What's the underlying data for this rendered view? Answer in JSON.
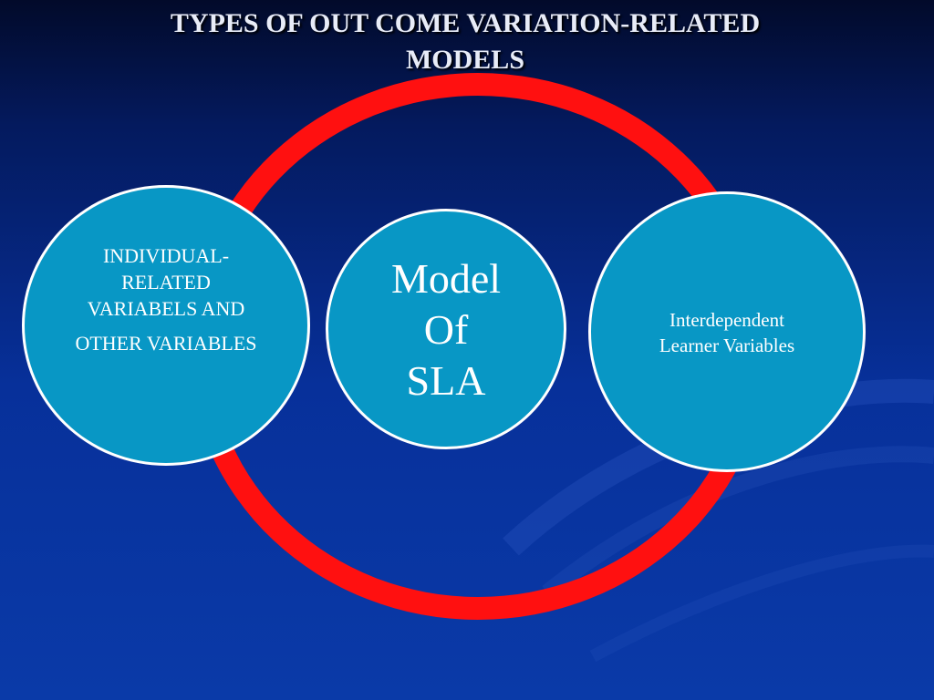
{
  "title": {
    "line1": "TYPES OF OUT COME VARIATION-RELATED",
    "line2": "MODELS"
  },
  "colors": {
    "ring": "#ff1010",
    "circle_fill": "#0897c5",
    "circle_border": "#ffffff",
    "background_top": "#020a2a",
    "background_bottom": "#0a3aa8"
  },
  "nodes": {
    "left": {
      "line1": "INDIVIDUAL-RELATED VARIABELS AND",
      "line2": "OTHER VARIABLES"
    },
    "center": {
      "word1": "Model",
      "word2": "Of",
      "word3": "SLA"
    },
    "right": {
      "line1": "Interdependent",
      "line2": "Learner Variables"
    }
  }
}
